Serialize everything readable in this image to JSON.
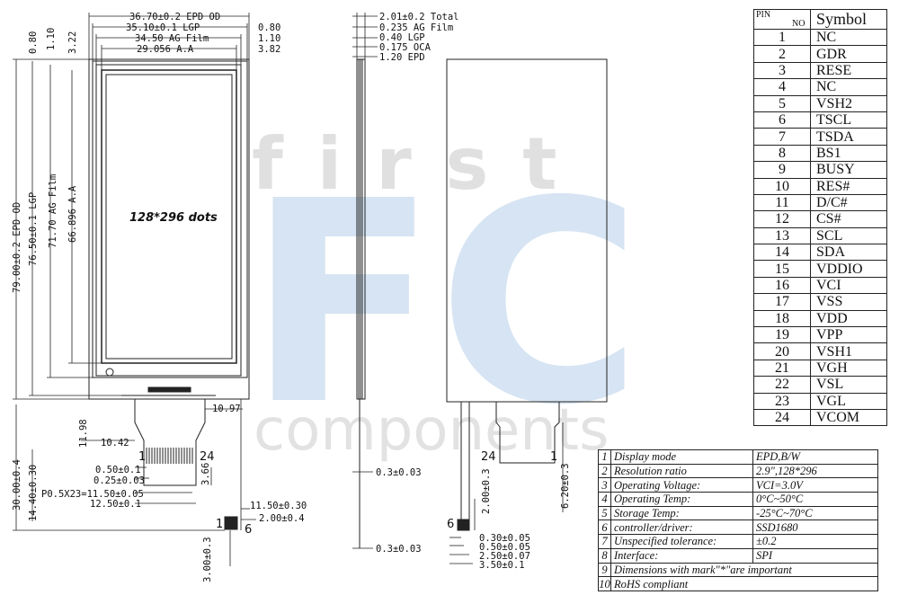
{
  "watermark": {
    "top_word": "first",
    "big_letters": "FC",
    "bottom_word": "components",
    "colors": {
      "gray": "#d9d9d9",
      "blue": "#d6e4f3"
    }
  },
  "front_view": {
    "center_label": "128*296 dots",
    "top_dims": [
      "36.70±0.2 EPD OD",
      "35.10±0.1 LGP",
      "34.50 AG Film",
      "29.056 A.A"
    ],
    "right_dims": [
      "0.80",
      "1.10",
      "3.82"
    ],
    "left_top_small": [
      "0.80",
      "1.10",
      "3.22"
    ],
    "vertical_dims": [
      "79.00±0.2 EPD OD",
      "76.50±0.1 LGP",
      "71.70 AG Film",
      "66.896 A.A"
    ],
    "mid_dims": [
      "10.97",
      "11.98",
      "10.42",
      "3.66"
    ],
    "pin_numbers": {
      "left": "1",
      "right": "24"
    },
    "fpc_dims": [
      "0.50±0.1",
      "0.25±0.03",
      "P0.5X23=11.50±0.05",
      "12.50±0.1",
      "11.50±0.30",
      "2.00±0.4",
      "30.00±0.4",
      "14.40±0.30",
      "3.00±0.3"
    ],
    "connector_labels": {
      "one": "1",
      "six": "6"
    }
  },
  "side_view": {
    "dims": [
      "2.01±0.2 Total",
      "0.235 AG Film",
      "0.40 LGP",
      "0.175 OCA",
      "1.20 EPD"
    ],
    "bottom_dims": [
      "0.3±0.03",
      "0.3±0.03"
    ]
  },
  "back_view": {
    "labels": {
      "left": "24",
      "right": "1",
      "six": "6"
    },
    "dims": [
      "2.00±0.3",
      "6.20±0.3",
      "0.30±0.05",
      "0.50±0.05",
      "2.50±0.07",
      "3.50±0.1"
    ]
  },
  "pin_table": {
    "header": {
      "pin": "PIN",
      "no": "NO",
      "symbol": "Symbol"
    },
    "rows": [
      {
        "no": "1",
        "symbol": "NC"
      },
      {
        "no": "2",
        "symbol": "GDR"
      },
      {
        "no": "3",
        "symbol": "RESE"
      },
      {
        "no": "4",
        "symbol": "NC"
      },
      {
        "no": "5",
        "symbol": "VSH2"
      },
      {
        "no": "6",
        "symbol": "TSCL"
      },
      {
        "no": "7",
        "symbol": "TSDA"
      },
      {
        "no": "8",
        "symbol": "BS1"
      },
      {
        "no": "9",
        "symbol": "BUSY"
      },
      {
        "no": "10",
        "symbol": "RES#"
      },
      {
        "no": "11",
        "symbol": "D/C#"
      },
      {
        "no": "12",
        "symbol": "CS#"
      },
      {
        "no": "13",
        "symbol": "SCL"
      },
      {
        "no": "14",
        "symbol": "SDA"
      },
      {
        "no": "15",
        "symbol": "VDDIO"
      },
      {
        "no": "16",
        "symbol": "VCI"
      },
      {
        "no": "17",
        "symbol": "VSS"
      },
      {
        "no": "18",
        "symbol": "VDD"
      },
      {
        "no": "19",
        "symbol": "VPP"
      },
      {
        "no": "20",
        "symbol": "VSH1"
      },
      {
        "no": "21",
        "symbol": "VGH"
      },
      {
        "no": "22",
        "symbol": "VSL"
      },
      {
        "no": "23",
        "symbol": "VGL"
      },
      {
        "no": "24",
        "symbol": "VCOM"
      }
    ]
  },
  "spec_table": {
    "rows": [
      {
        "n": "1",
        "key": "Display mode",
        "value": "EPD,B/W"
      },
      {
        "n": "2",
        "key": "Resolution ratio",
        "value": "2.9\",128*296"
      },
      {
        "n": "3",
        "key": "Operating Voltage:",
        "value": "VCI=3.0V"
      },
      {
        "n": "4",
        "key": "Operating Temp:",
        "value": "0°C~50°C"
      },
      {
        "n": "5",
        "key": "Storage Temp:",
        "value": "-25°C~70°C"
      },
      {
        "n": "6",
        "key": "controller/driver:",
        "value": "SSD1680"
      },
      {
        "n": "7",
        "key": "Unspecified tolerance:",
        "value": "±0.2"
      },
      {
        "n": "8",
        "key": "Interface:",
        "value": "SPI"
      },
      {
        "n": "9",
        "key": "Dimensions with mark\"*\"are important",
        "value": ""
      },
      {
        "n": "10",
        "key": "RoHS compliant",
        "value": ""
      }
    ]
  }
}
